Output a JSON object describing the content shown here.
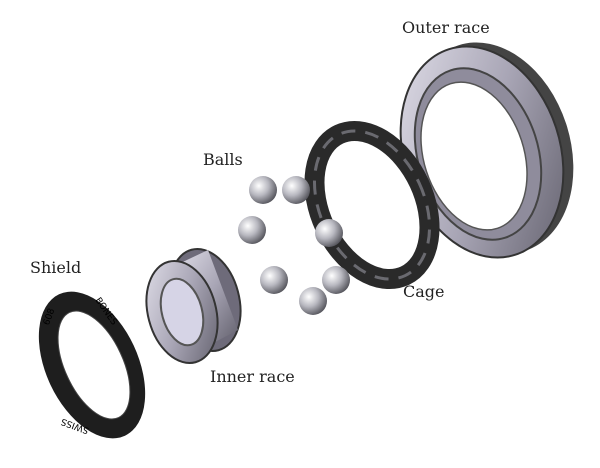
{
  "labels": {
    "outer_race": "Outer race",
    "balls": "Balls",
    "shield": "Shield",
    "cage": "Cage",
    "inner_race": "Inner race"
  },
  "shield_marking": [
    "608",
    "BONES",
    "SWISS"
  ],
  "colors": {
    "metal": "#b9b6c4",
    "dark": "#2a2a2a",
    "shield": "#1e1e1e"
  }
}
